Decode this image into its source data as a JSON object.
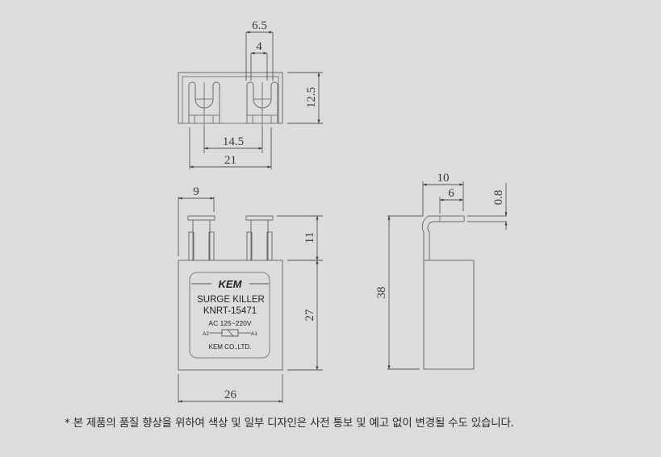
{
  "diagram": {
    "product": "KEM Surge Killer KNRT-15471",
    "top_view": {
      "dimensions": {
        "lug_outer_width": "6.5",
        "lug_slot_width": "4",
        "height": "12.5",
        "pin_pitch": "14.5",
        "overall_width": "21"
      }
    },
    "front_view": {
      "dimensions": {
        "edge_to_pin": "9",
        "terminal_height": "11",
        "body_height": "27",
        "body_width": "26"
      },
      "label": {
        "brand": "KEM",
        "line1": "SURGE KILLER",
        "line2": "KNRT-15471",
        "rating": "AC 125~220V",
        "terminal_left": "A2",
        "terminal_right": "A1",
        "maker": "KEM CO.,LTD."
      }
    },
    "side_view": {
      "dimensions": {
        "lead_length": "10",
        "lead_flat": "6",
        "lead_thickness": "0.8",
        "overall_height": "38"
      }
    }
  },
  "footnote": "* 본 제품의 품질 향상을 위하여 색상 및 일부 디자인은 사전 통보 및 예고 없이 변경될 수도 있습니다.",
  "colors": {
    "background": "#dcdcdd",
    "line": "#6a6a6a"
  }
}
